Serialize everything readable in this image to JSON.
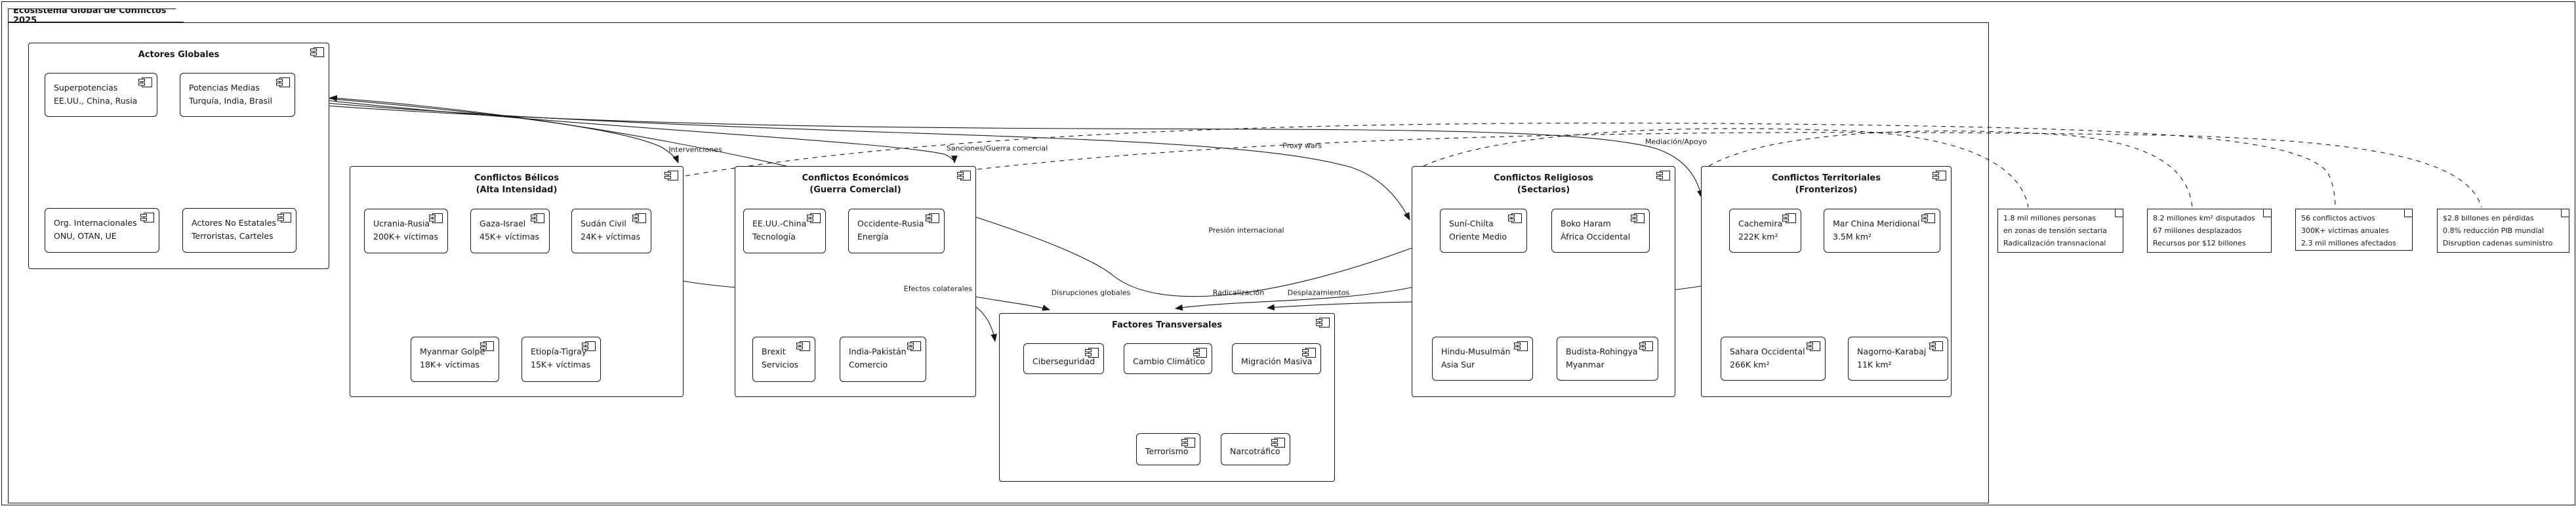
{
  "frame": {
    "title": "Ecosistema Global de Conflictos 2025"
  },
  "colors": {
    "line": "#181818",
    "background": "#ffffff",
    "text": "#181818"
  },
  "packages": [
    {
      "key": "actores-globales",
      "title": "Actores Globales",
      "subtitle": "",
      "components": [
        [
          "Superpotencias",
          "EE.UU., China, Rusia"
        ],
        [
          "Potencias Medias",
          "Turquía, India, Brasil"
        ],
        [
          "Org. Internacionales",
          "ONU, OTAN, UE"
        ],
        [
          "Actores No Estatales",
          "Terroristas, Carteles"
        ]
      ]
    },
    {
      "key": "conflictos-belicos",
      "title": "Conflictos Bélicos",
      "subtitle": "(Alta Intensidad)",
      "components": [
        [
          "Ucrania-Rusia",
          "200K+ víctimas"
        ],
        [
          "Gaza-Israel",
          "45K+ víctimas"
        ],
        [
          "Sudán Civil",
          "24K+ víctimas"
        ],
        [
          "Myanmar Golpe",
          "18K+ víctimas"
        ],
        [
          "Etiopía-Tigray",
          "15K+ víctimas"
        ]
      ]
    },
    {
      "key": "conflictos-economicos",
      "title": "Conflictos Económicos",
      "subtitle": "(Guerra Comercial)",
      "components": [
        [
          "EE.UU.-China",
          "Tecnología"
        ],
        [
          "Occidente-Rusia",
          "Energía"
        ],
        [
          "Brexit",
          "Servicios"
        ],
        [
          "India-Pakistán",
          "Comercio"
        ]
      ]
    },
    {
      "key": "conflictos-religiosos",
      "title": "Conflictos Religiosos",
      "subtitle": "(Sectarios)",
      "components": [
        [
          "Suní-Chiíta",
          "Oriente Medio"
        ],
        [
          "Boko Haram",
          "África Occidental"
        ],
        [
          "Hindu-Musulmán",
          "Asia Sur"
        ],
        [
          "Budista-Rohingya",
          "Myanmar"
        ]
      ]
    },
    {
      "key": "conflictos-territoriales",
      "title": "Conflictos Territoriales",
      "subtitle": "(Fronterizos)",
      "components": [
        [
          "Cachemira",
          "222K km²"
        ],
        [
          "Mar China Meridional",
          "3.5M km²"
        ],
        [
          "Sahara Occidental",
          "266K km²"
        ],
        [
          "Nagorno-Karabaj",
          "11K km²"
        ]
      ]
    },
    {
      "key": "factores-transversales",
      "title": "Factores Transversales",
      "subtitle": "",
      "components": [
        [
          "Ciberseguridad"
        ],
        [
          "Cambio Climático"
        ],
        [
          "Migración Masiva"
        ],
        [
          "Terrorismo"
        ],
        [
          "Narcotráfico"
        ]
      ]
    }
  ],
  "edge_labels": [
    "Intervenciones",
    "Sanciones/Guerra comercial",
    "Proxy wars",
    "Mediación/Apoyo",
    "Presión internacional",
    "Efectos colaterales",
    "Disrupciones globales",
    "Radicalización",
    "Desplazamientos"
  ],
  "notes": [
    [
      "1.8 mil millones personas",
      "en zonas de tensión sectaria",
      "Radicalización transnacional"
    ],
    [
      "8.2 millones km² disputados",
      "67 millones desplazados",
      "Recursos por $12 billones"
    ],
    [
      "56 conflictos activos",
      "300K+ víctimas anuales",
      "2.3 mil millones afectados"
    ],
    [
      "$2.8 billones en pérdidas",
      "0.8% reducción PIB mundial",
      "Disruption cadenas suministro"
    ]
  ]
}
